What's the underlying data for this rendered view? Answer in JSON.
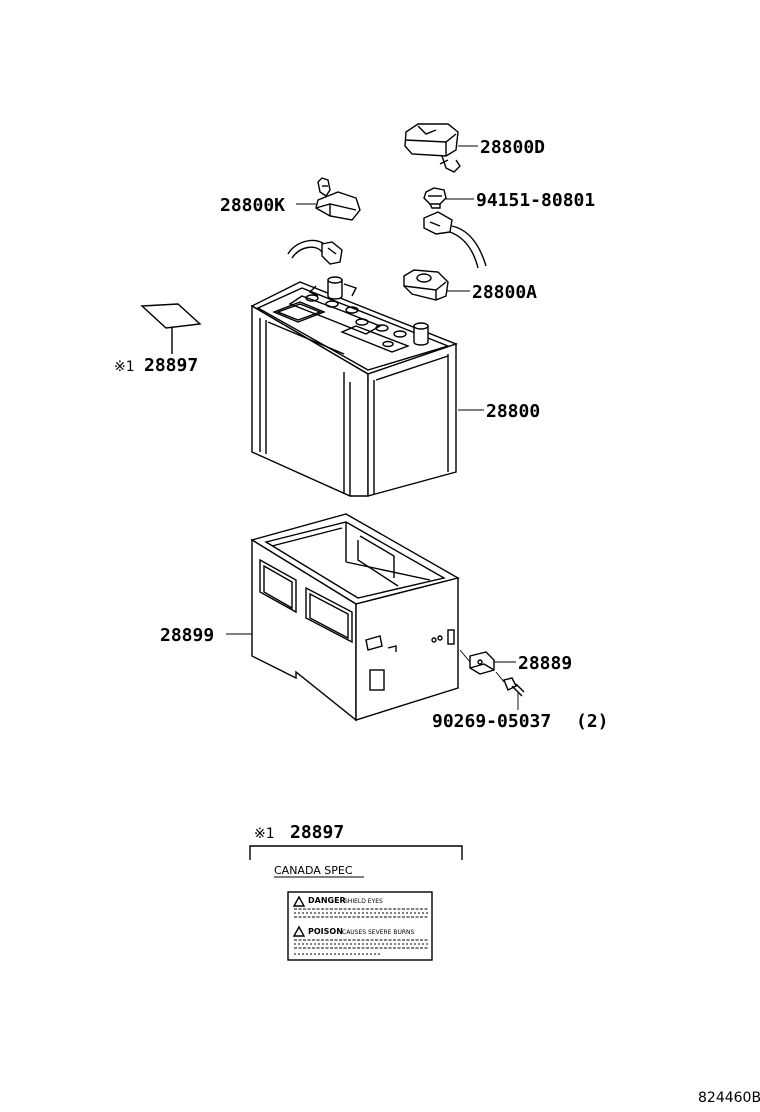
{
  "parts": {
    "terminal_cover_plus": "28800D",
    "nut": "94151-80801",
    "terminal_cover_minus": "28800K",
    "clamp": "28800A",
    "caution_label": "28897",
    "caution_mark": "※1",
    "battery": "28800",
    "battery_tray": "28899",
    "bracket": "28889",
    "bolt": "90269-05037",
    "bolt_qty": "(2)"
  },
  "detail": {
    "mark": "※1",
    "part": "28897",
    "spec": "CANADA SPEC",
    "label_danger": "DANGER",
    "label_danger_sub": "SHIELD EYES",
    "label_poison": "POISON",
    "label_poison_sub": "CAUSES SEVERE BURNS"
  },
  "diagram_ref": "824460B"
}
